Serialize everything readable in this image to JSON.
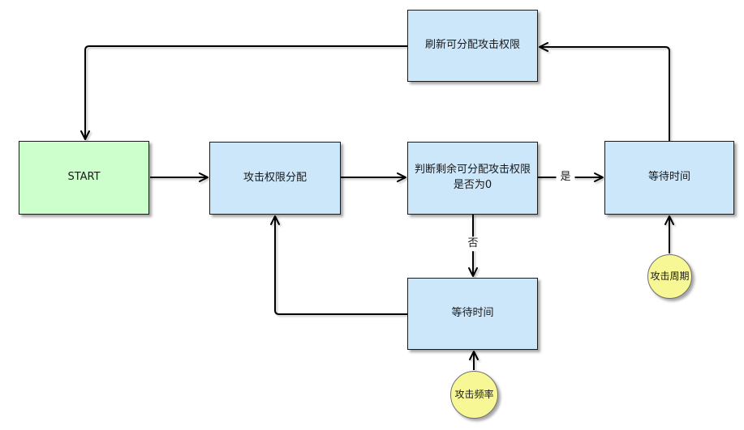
{
  "diagram": {
    "type": "flowchart",
    "nodes": {
      "refresh": {
        "label": "刷新可分配攻击权限",
        "shape": "rect",
        "fill": "#cce6fa"
      },
      "start": {
        "label": "START",
        "shape": "rect",
        "fill": "#ccffcc"
      },
      "alloc": {
        "label": "攻击权限分配",
        "shape": "rect",
        "fill": "#cce6fa"
      },
      "decision": {
        "label": "判断剩余可分配攻击权限是否为0",
        "shape": "rect",
        "fill": "#cce6fa"
      },
      "wait_right": {
        "label": "等待时间",
        "shape": "rect",
        "fill": "#cce6fa"
      },
      "wait_bottom": {
        "label": "等待时间",
        "shape": "rect",
        "fill": "#cce6fa"
      },
      "cycle": {
        "label": "攻击周期",
        "shape": "circle",
        "fill": "#f7f796"
      },
      "frequency": {
        "label": "攻击频率",
        "shape": "circle",
        "fill": "#f7f796"
      }
    },
    "edge_labels": {
      "yes": "是",
      "no": "否"
    },
    "colors": {
      "process_fill": "#cce6fa",
      "start_fill": "#ccffcc",
      "annotation_fill": "#f7f796",
      "line": "#000000",
      "text": "#1a1a1a"
    }
  }
}
